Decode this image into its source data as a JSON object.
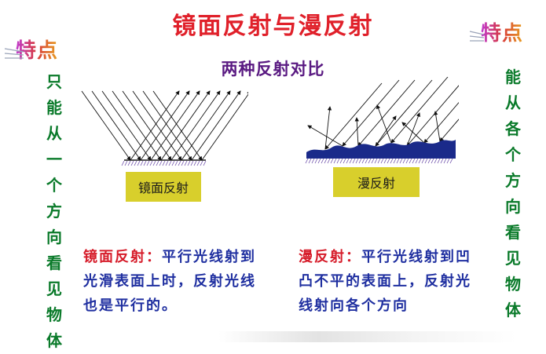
{
  "title": "镜面反射与漫反射",
  "subtitle": "两种反射对比",
  "badge_left": "特点",
  "badge_right": "特点",
  "left_side_text": "只能从一个方向看见物体",
  "right_side_text": "能从各个方向看见物体",
  "specular": {
    "label": "镜面反射",
    "desc_term": "镜面反射：",
    "desc_body": "平行光线射到光滑表面上时，反射光线也是平行的。"
  },
  "diffuse": {
    "label": "漫反射",
    "desc_term": "漫反射：",
    "desc_body": "平行光线射到凹凸不平的表面上，反射光线射向各个方向"
  },
  "colors": {
    "title": "#e0202a",
    "subtitle": "#5a1a82",
    "side_text": "#0a7a2a",
    "term": "#d61c2a",
    "body": "#1f2fa0",
    "label_bg": "#d8cf2c",
    "surface": "#1a2a8a"
  }
}
